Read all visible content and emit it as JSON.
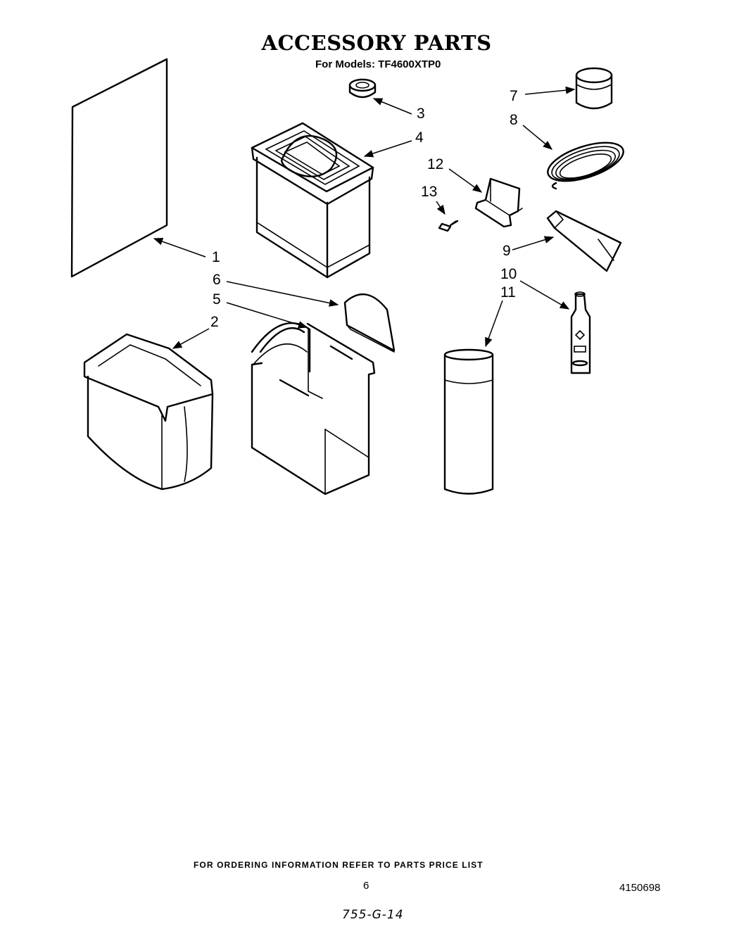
{
  "header": {
    "title": "ACCESSORY PARTS",
    "models_label": "For Models:",
    "model_number": "TF4600XTP0"
  },
  "callouts": {
    "c1": "1",
    "c2": "2",
    "c3": "3",
    "c4": "4",
    "c5": "5",
    "c6": "6",
    "c7": "7",
    "c8": "8",
    "c9": "9",
    "c10": "10",
    "c11": "11",
    "c12": "12",
    "c13": "13"
  },
  "footer": {
    "ordering_info": "FOR ORDERING INFORMATION REFER TO PARTS PRICE LIST",
    "page_number": "6",
    "document_number": "4150698",
    "handwritten_note": "755-G-14"
  }
}
